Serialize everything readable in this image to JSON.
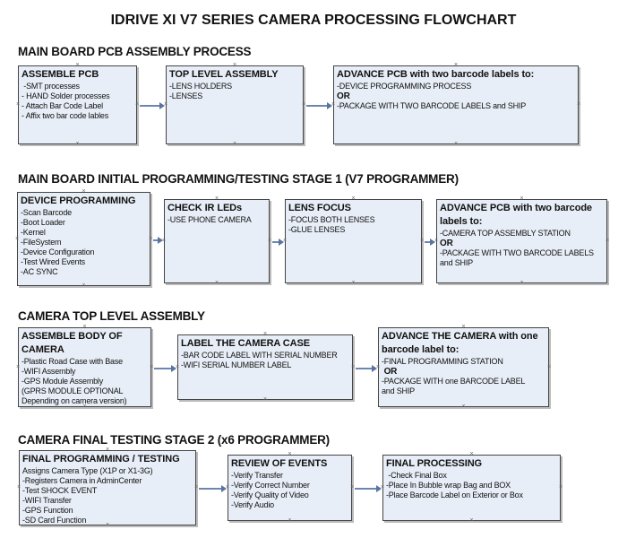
{
  "title": "IDRIVE XI V7 SERIES CAMERA PROCESSING FLOWCHART",
  "sections": [
    {
      "heading": "MAIN BOARD PCB ASSEMBLY PROCESS",
      "boxes": [
        {
          "title": [
            "ASSEMBLE PCB"
          ],
          "items": [
            " -SMT processes",
            "- HAND Solder processes",
            "- Attach Bar Code Label",
            "- Affix two bar code lables"
          ]
        },
        {
          "title": [
            "TOP LEVEL ASSEMBLY"
          ],
          "items": [
            "-LENS HOLDERS",
            "-LENSES"
          ]
        },
        {
          "title": [
            "ADVANCE PCB with two barcode labels to:"
          ],
          "items": [
            "-DEVICE PROGRAMMING PROCESS",
            "OR",
            "-PACKAGE WITH TWO BARCODE LABELS and SHIP"
          ]
        }
      ]
    },
    {
      "heading": "MAIN BOARD INITIAL PROGRAMMING/TESTING STAGE 1 (V7 PROGRAMMER)",
      "boxes": [
        {
          "title": [
            "DEVICE PROGRAMMING"
          ],
          "items": [
            "-Scan Barcode",
            "-Boot Loader",
            "-Kernel",
            "-FileSystem",
            "-Device Configuration",
            "-Test Wired Events",
            "-AC SYNC"
          ]
        },
        {
          "title": [
            "CHECK IR LEDs"
          ],
          "items": [
            "-USE PHONE CAMERA"
          ]
        },
        {
          "title": [
            "LENS FOCUS"
          ],
          "items": [
            "-FOCUS BOTH LENSES",
            "-GLUE LENSES"
          ]
        },
        {
          "title": [
            "ADVANCE PCB with two barcode",
            "labels to:"
          ],
          "items": [
            "-CAMERA TOP ASSEMBLY STATION",
            "OR",
            "-PACKAGE WITH TWO BARCODE LABELS",
            "and SHIP"
          ]
        }
      ]
    },
    {
      "heading": "CAMERA TOP LEVEL ASSEMBLY",
      "boxes": [
        {
          "title": [
            "ASSEMBLE BODY OF",
            "CAMERA"
          ],
          "items": [
            "-Plastic Road Case with Base",
            "-WIFI Assembly",
            "-GPS Module Assembly",
            "(GPRS MODULE OPTIONAL",
            "Depending on camera version)"
          ]
        },
        {
          "title": [
            "LABEL THE CAMERA CASE"
          ],
          "items": [
            "-BAR CODE LABEL WITH SERIAL NUMBER",
            "-WIFI SERIAL NUMBER LABEL"
          ]
        },
        {
          "title": [
            "ADVANCE THE CAMERA with one",
            "barcode label to:"
          ],
          "items": [
            "-FINAL PROGRAMMING STATION",
            " OR",
            "-PACKAGE WITH one BARCODE LABEL",
            "and SHIP"
          ]
        }
      ]
    },
    {
      "heading": "CAMERA FINAL TESTING STAGE 2 (x6 PROGRAMMER)",
      "boxes": [
        {
          "title": [
            "FINAL PROGRAMMING / TESTING"
          ],
          "items": [
            "Assigns Camera Type (X1P or X1-3G)",
            "-Registers Camera in AdminCenter",
            "-Test SHOCK EVENT",
            "-WIFI Transfer",
            "-GPS Function",
            "-SD Card Function"
          ]
        },
        {
          "title": [
            "REVIEW OF EVENTS"
          ],
          "items": [
            "-Verify Transfer",
            "-Verify Correct Number",
            "-Verify Quality of Video",
            "-Verify Audio"
          ]
        },
        {
          "title": [
            "FINAL PROCESSING"
          ],
          "items": [
            " -Check Final Box",
            "-Place In Bubble wrap Bag and BOX",
            "-Place Barcode Label on Exterior or Box"
          ]
        }
      ]
    }
  ],
  "colors": {
    "box_fill": "#e8eef7",
    "box_border": "#444444",
    "arrow": "#6d86ad"
  }
}
